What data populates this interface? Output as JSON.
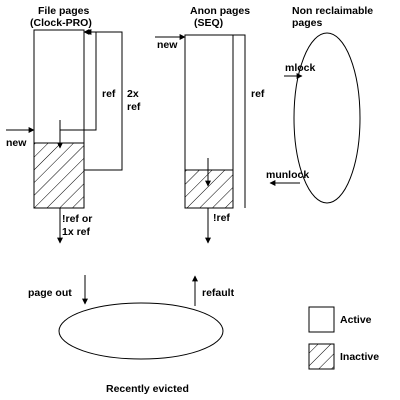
{
  "file_column": {
    "title_line1": "File pages",
    "title_line2": "(Clock-PRO)",
    "ref_label": "ref",
    "twox_ref_line1": "2x",
    "twox_ref_line2": "ref",
    "new_label": "new",
    "bottom_label_line1": "!ref or",
    "bottom_label_line2": "1x ref"
  },
  "anon_column": {
    "title_line1": "Anon pages",
    "title_line2": "(SEQ)",
    "new_label": "new",
    "ref_label": "ref",
    "bottom_label": "!ref"
  },
  "nonreclaim": {
    "title_line1": "Non reclaimable",
    "title_line2": "pages",
    "mlock_label": "mlock",
    "munlock_label": "munlock"
  },
  "evicted": {
    "page_out_label": "page out",
    "refault_label": "refault",
    "caption": "Recently evicted"
  },
  "legend": {
    "active_label": "Active",
    "inactive_label": "Inactive"
  }
}
